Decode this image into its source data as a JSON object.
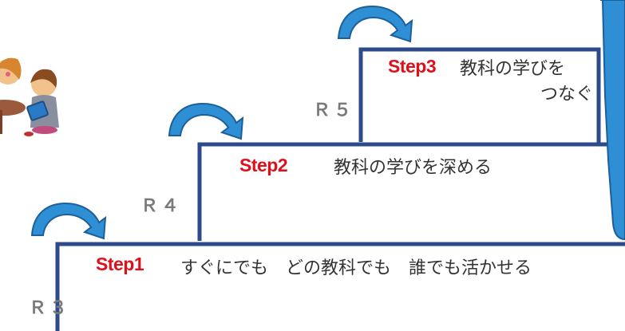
{
  "steps": [
    {
      "label": "Step1",
      "text": "すぐにでも　どの教科でも　誰でも活かせる",
      "year": "Ｒ３"
    },
    {
      "label": "Step2",
      "text": "教科の学びを深める",
      "year": "Ｒ４"
    },
    {
      "label": "Step3",
      "text_line1": "教科の学びを",
      "text_line2": "つなぐ",
      "year": "Ｒ５"
    }
  ],
  "icons": {
    "arrow": "curved-arrow-icon",
    "illustration": "children-with-tablet-illustration"
  },
  "colors": {
    "stair_line": "#2e4a8c",
    "arrow_fill": "#2f8fd4",
    "arrow_outline": "#1c5f99",
    "step_label": "#e0101a",
    "year_label": "#7a7a7a",
    "text": "#333333"
  }
}
